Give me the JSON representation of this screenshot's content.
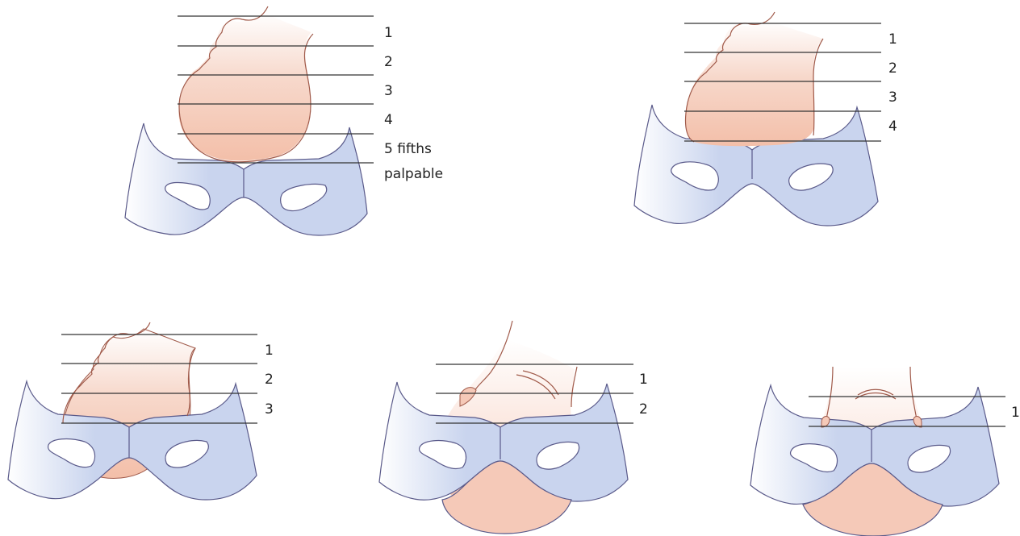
{
  "panels": [
    {
      "id": "five-fifths",
      "labels": [
        "1",
        "2",
        "3",
        "4",
        "5 fifths",
        "palpable"
      ]
    },
    {
      "id": "four-fifths",
      "labels": [
        "1",
        "2",
        "3",
        "4"
      ]
    },
    {
      "id": "three-fifths",
      "labels": [
        "1",
        "2",
        "3"
      ]
    },
    {
      "id": "two-fifths",
      "labels": [
        "1",
        "2"
      ]
    },
    {
      "id": "one-fifth",
      "labels": [
        "1"
      ]
    }
  ],
  "colors": {
    "pelvis_fill": "#c9d4ee",
    "pelvis_stroke": "#5a5a8a",
    "head_fill": "#f5c9b8",
    "head_stroke": "#a05a4a",
    "line": "#333333"
  }
}
